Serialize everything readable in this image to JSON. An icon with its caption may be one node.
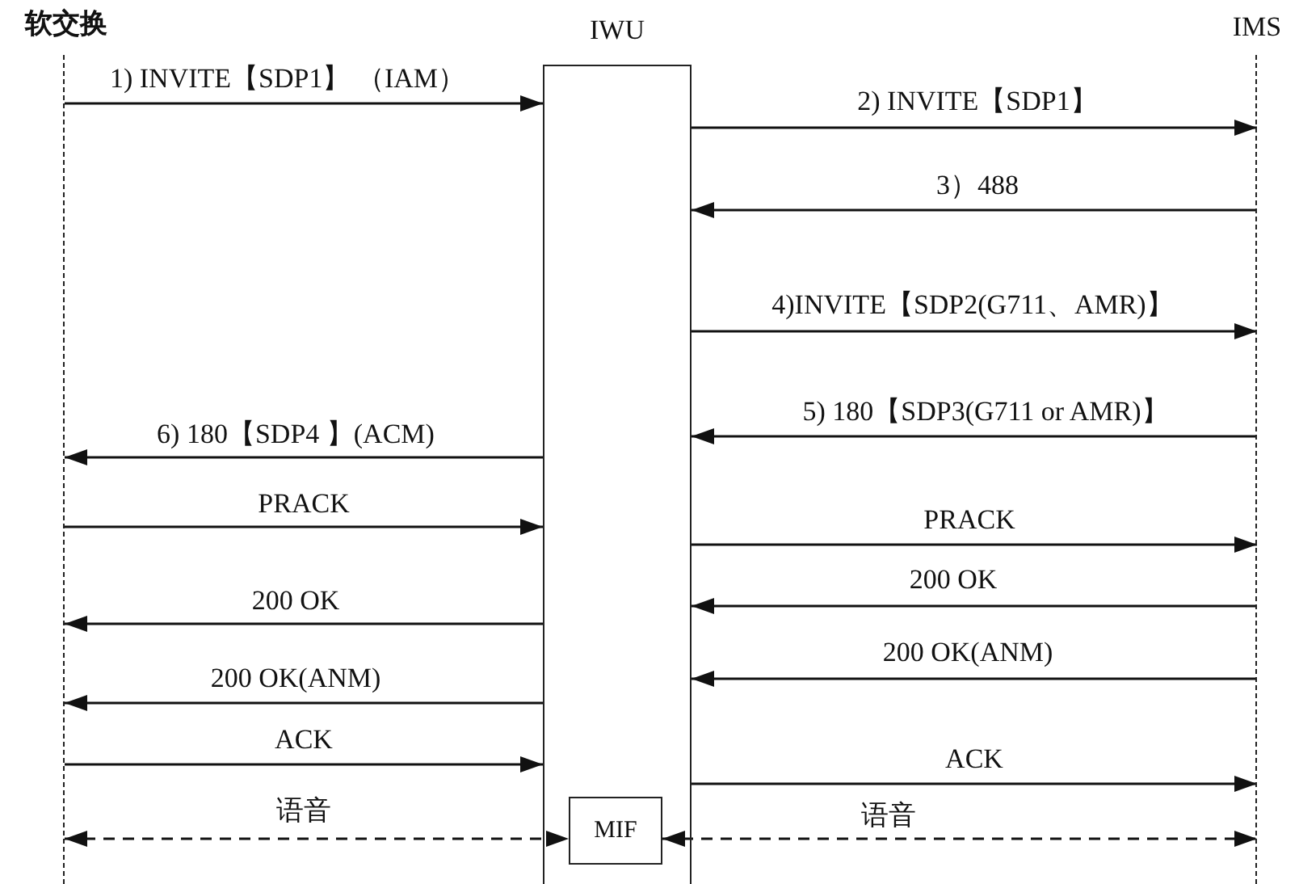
{
  "diagram": {
    "nodes": [
      {
        "text": [
          "软交换"
        ]
      },
      {
        "text": [
          "IWU"
        ]
      },
      {
        "text": [
          "IMS"
        ]
      },
      {
        "text": [
          "MIF"
        ],
        "in": 1
      }
    ],
    "edges": [
      {
        "from": 0,
        "to": 1,
        "arrow": "to",
        "label": "1) INVITE【SDP1】 （IAM）"
      },
      {
        "from": 1,
        "to": 2,
        "arrow": "to",
        "label": "2) INVITE【SDP1】"
      },
      {
        "from": 2,
        "to": 1,
        "arrow": "to",
        "label": "3）488"
      },
      {
        "from": 1,
        "to": 2,
        "arrow": "to",
        "label": "4)INVITE【SDP2(G711、AMR)】"
      },
      {
        "from": 2,
        "to": 1,
        "arrow": "to",
        "label": "5) 180【SDP3(G711 or AMR)】"
      },
      {
        "from": 1,
        "to": 0,
        "arrow": "to",
        "label": "6) 180【SDP4 】(ACM)"
      },
      {
        "from": 0,
        "to": 1,
        "arrow": "to",
        "label": "PRACK"
      },
      {
        "from": 1,
        "to": 2,
        "arrow": "to",
        "label": "PRACK"
      },
      {
        "from": 2,
        "to": 1,
        "arrow": "to",
        "label": "200 OK"
      },
      {
        "from": 1,
        "to": 0,
        "arrow": "to",
        "label": "200 OK"
      },
      {
        "from": 2,
        "to": 1,
        "arrow": "to",
        "label": "200 OK(ANM)"
      },
      {
        "from": 1,
        "to": 0,
        "arrow": "to",
        "label": "200 OK(ANM)"
      },
      {
        "from": 0,
        "to": 1,
        "arrow": "to",
        "label": "ACK"
      },
      {
        "from": 1,
        "to": 2,
        "arrow": "to",
        "label": "ACK"
      },
      {
        "from": 0,
        "to": 3,
        "arrow": "both",
        "label": "语音",
        "style": "dashed"
      },
      {
        "from": 3,
        "to": 2,
        "arrow": "both",
        "label": "语音",
        "style": "dashed"
      }
    ]
  }
}
